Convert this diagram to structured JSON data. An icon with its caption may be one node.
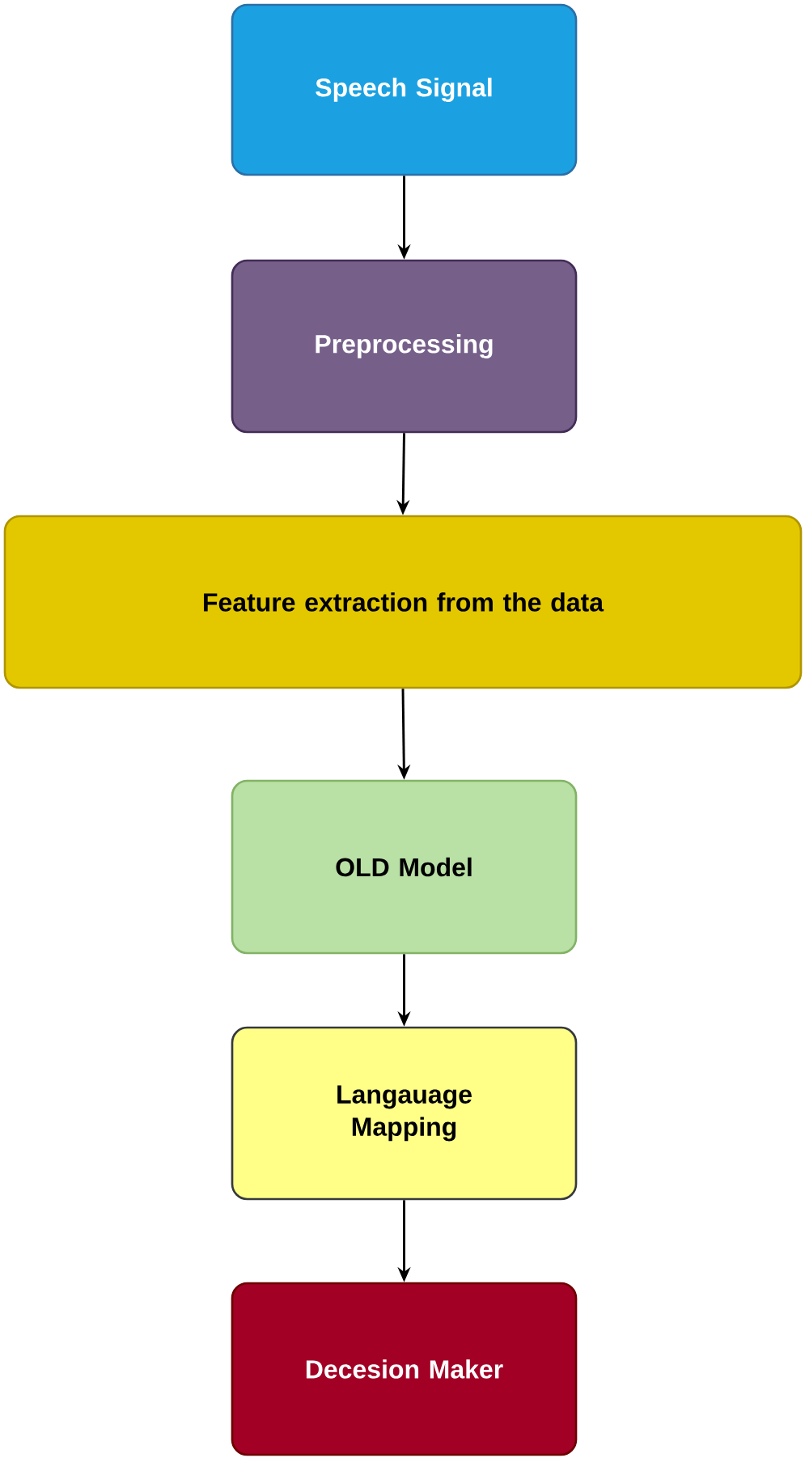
{
  "diagram": {
    "nodes": [
      {
        "text": [
          "Speech Signal"
        ]
      },
      {
        "text": [
          "Preprocessing"
        ]
      },
      {
        "text": [
          "Feature extraction from the data"
        ]
      },
      {
        "text": [
          "OLD Model"
        ]
      },
      {
        "text": [
          "Langauage Mapping"
        ]
      },
      {
        "text": [
          "Decesion Maker"
        ]
      }
    ],
    "edges": [
      {
        "from": 0,
        "to": 1,
        "arrow": "to"
      },
      {
        "from": 1,
        "to": 2,
        "arrow": "to"
      },
      {
        "from": 2,
        "to": 3,
        "arrow": "to"
      },
      {
        "from": 3,
        "to": 4,
        "arrow": "to"
      },
      {
        "from": 4,
        "to": 5,
        "arrow": "to"
      }
    ]
  }
}
